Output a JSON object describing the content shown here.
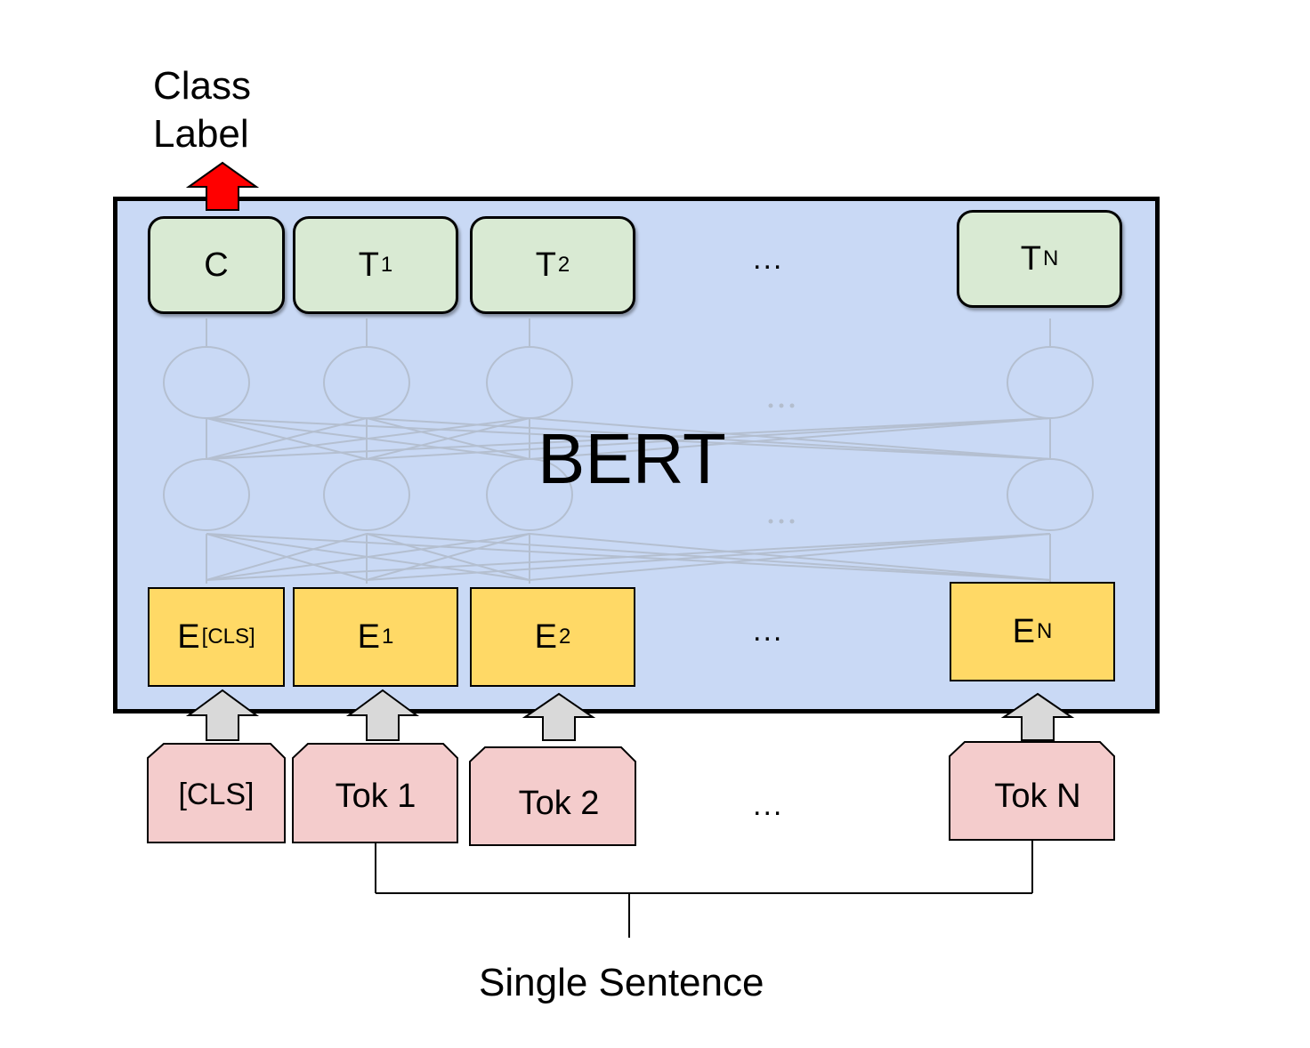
{
  "output_label": {
    "line1": "Class",
    "line2": "Label"
  },
  "model_name": "BERT",
  "outputs": [
    {
      "main": "C",
      "sub": ""
    },
    {
      "main": "T",
      "sub": "1"
    },
    {
      "main": "T",
      "sub": "2"
    },
    {
      "main": "T",
      "sub": "N"
    }
  ],
  "embeddings": [
    {
      "main": "E",
      "sub": "[CLS]"
    },
    {
      "main": "E",
      "sub": "1"
    },
    {
      "main": "E",
      "sub": "2"
    },
    {
      "main": "E",
      "sub": "N"
    }
  ],
  "tokens": [
    "[CLS]",
    "Tok 1",
    "Tok 2",
    "Tok N"
  ],
  "ellipsis": "...",
  "input_caption": "Single Sentence",
  "colors": {
    "bert_fill": "#c9d9f5",
    "output_fill": "#d9ead3",
    "embedding_fill": "#ffd966",
    "token_fill": "#f4cccc",
    "class_arrow": "#ff0000",
    "input_arrow": "#d9d9d9"
  }
}
